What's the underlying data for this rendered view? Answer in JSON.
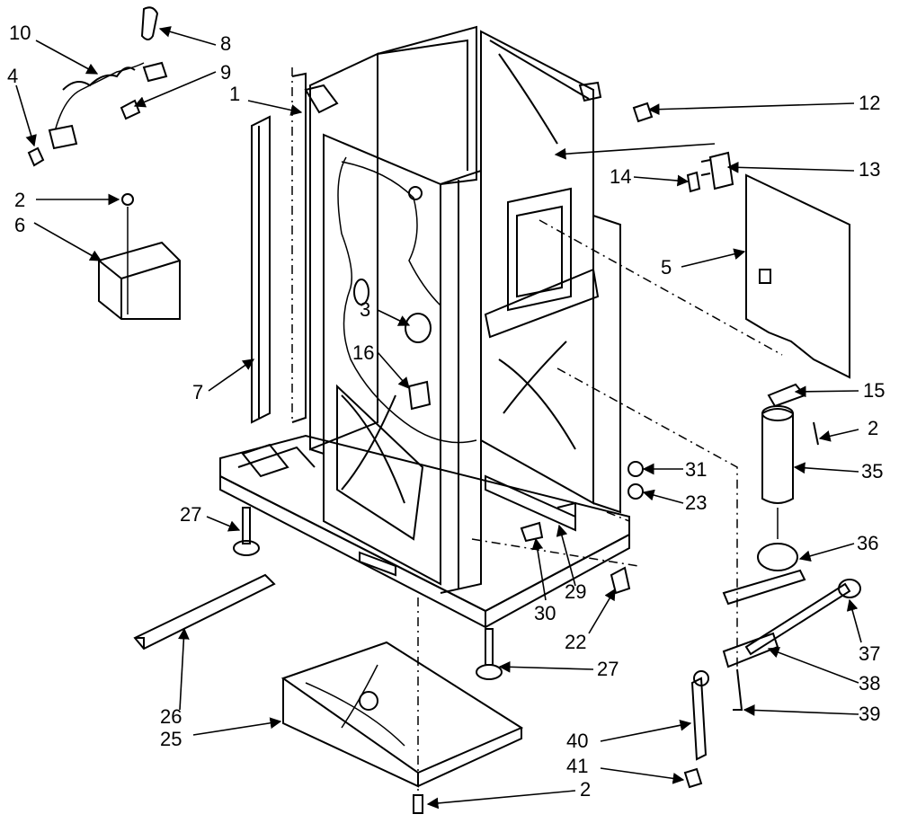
{
  "callouts": [
    {
      "id": "10",
      "text": "10"
    },
    {
      "id": "8",
      "text": "8"
    },
    {
      "id": "9",
      "text": "9"
    },
    {
      "id": "4",
      "text": "4"
    },
    {
      "id": "1",
      "text": "1"
    },
    {
      "id": "12",
      "text": "12"
    },
    {
      "id": "14",
      "text": "14"
    },
    {
      "id": "13",
      "text": "13"
    },
    {
      "id": "2a",
      "text": "2"
    },
    {
      "id": "6",
      "text": "6"
    },
    {
      "id": "5",
      "text": "5"
    },
    {
      "id": "3",
      "text": "3"
    },
    {
      "id": "16",
      "text": "16"
    },
    {
      "id": "7",
      "text": "7"
    },
    {
      "id": "15",
      "text": "15"
    },
    {
      "id": "2b",
      "text": "2"
    },
    {
      "id": "31",
      "text": "31"
    },
    {
      "id": "35",
      "text": "35"
    },
    {
      "id": "23",
      "text": "23"
    },
    {
      "id": "27a",
      "text": "27"
    },
    {
      "id": "36",
      "text": "36"
    },
    {
      "id": "30",
      "text": "30"
    },
    {
      "id": "29",
      "text": "29"
    },
    {
      "id": "22",
      "text": "22"
    },
    {
      "id": "37",
      "text": "37"
    },
    {
      "id": "27b",
      "text": "27"
    },
    {
      "id": "38",
      "text": "38"
    },
    {
      "id": "26",
      "text": "26"
    },
    {
      "id": "39",
      "text": "39"
    },
    {
      "id": "25",
      "text": "25"
    },
    {
      "id": "40",
      "text": "40"
    },
    {
      "id": "41",
      "text": "41"
    },
    {
      "id": "2c",
      "text": "2"
    }
  ],
  "colors": {
    "ink": "#000000",
    "paper": "#ffffff"
  }
}
